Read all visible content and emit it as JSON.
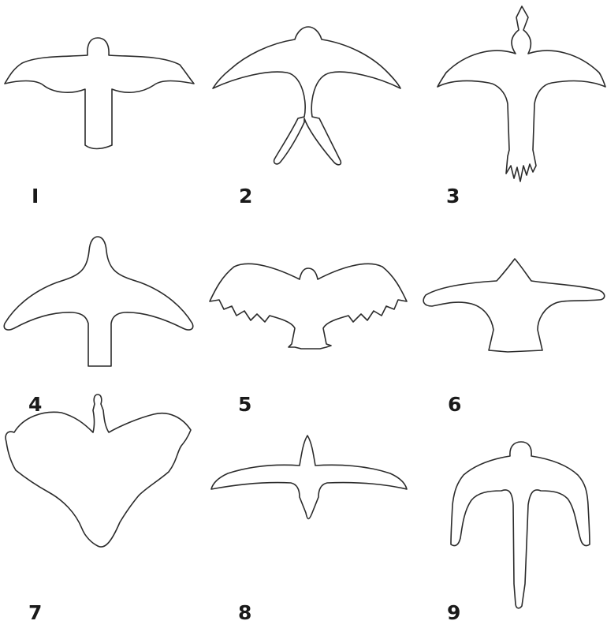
{
  "colors": {
    "stroke": "#2b2b2b",
    "label": "#1a1a1a",
    "background": "#ffffff"
  },
  "figures": [
    {
      "label": "I",
      "shape": "bird-silhouette-straight-tail"
    },
    {
      "label": "2",
      "shape": "bird-silhouette-forked-tail"
    },
    {
      "label": "3",
      "shape": "bird-silhouette-long-neck-long-tail"
    },
    {
      "label": "4",
      "shape": "bird-silhouette-curved-wings"
    },
    {
      "label": "5",
      "shape": "bird-silhouette-feathered-wings"
    },
    {
      "label": "6",
      "shape": "bird-silhouette-broad-wings"
    },
    {
      "label": "7",
      "shape": "bird-silhouette-long-neck-feathered"
    },
    {
      "label": "8",
      "shape": "bird-silhouette-slender-wings"
    },
    {
      "label": "9",
      "shape": "bird-silhouette-hooked-wings-long-tail"
    }
  ]
}
